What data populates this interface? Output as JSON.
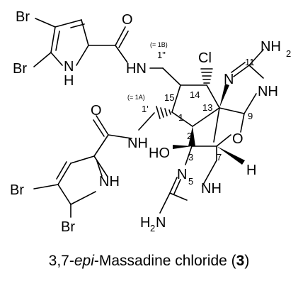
{
  "atoms": {
    "br1": "Br",
    "br2": "Br",
    "br3": "Br",
    "br4": "Br",
    "o_top": "O",
    "o_left": "O",
    "o_ring": "O",
    "hn_top": "HN",
    "nh_left": "NH",
    "n_pyr1": "N",
    "h_pyr1": "H",
    "n_pyr2": "NH",
    "cl": "Cl",
    "n_img1": "N",
    "nh_img1": "NH",
    "n_img2": "N",
    "nh_img2": "NH",
    "ho": "HO",
    "h7": "H",
    "n_amine1": "NH",
    "n_amine1_sub": "2",
    "n_amine2": "H",
    "n_amine2_sub": "2",
    "n_amine2_n": "N"
  },
  "locants": {
    "c1": "1",
    "c2": "2",
    "c3": "3",
    "c5": "5",
    "c7": "7",
    "c9": "9",
    "c11": "11",
    "c13": "13",
    "c14": "14",
    "c15": "15",
    "c1pp": "1\"",
    "c1p": "1'"
  },
  "annotations": {
    "eq_1b": "(= 1B)",
    "eq_1a": "(= 1A)"
  },
  "caption": {
    "prefix": "3,7-",
    "italic": "epi",
    "middle": "-Massadine chloride (",
    "bold": "3",
    "suffix": ")"
  }
}
